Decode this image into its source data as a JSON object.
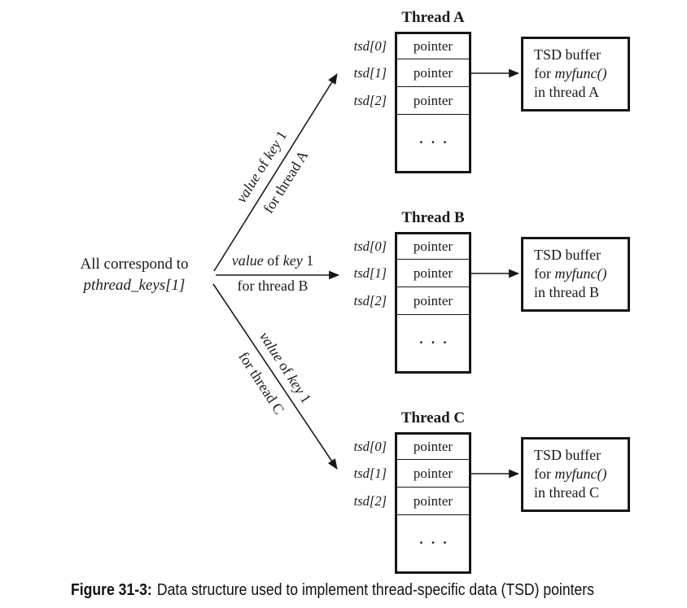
{
  "figure": {
    "source": {
      "line1": "All correspond to",
      "line2": "pthread_keys[1]"
    },
    "arrow_labels": [
      {
        "value": "value",
        "of": " of ",
        "key": "key",
        "one": " 1",
        "line2": "for thread A"
      },
      {
        "value": "value",
        "of": " of ",
        "key": "key",
        "one": " 1",
        "line2": "for thread B"
      },
      {
        "value": "value",
        "of": " of ",
        "key": "key",
        "one": " 1",
        "line2": "for thread C"
      }
    ],
    "threads": [
      {
        "title": "Thread A",
        "tsd": [
          "tsd[0]",
          "tsd[1]",
          "tsd[2]"
        ],
        "cells": [
          "pointer",
          "pointer",
          "pointer"
        ],
        "ellipsis": ". . .",
        "buffer": {
          "l1": "TSD buffer",
          "l2a": "for ",
          "l2b": "myfunc()",
          "l3": "in thread A"
        }
      },
      {
        "title": "Thread B",
        "tsd": [
          "tsd[0]",
          "tsd[1]",
          "tsd[2]"
        ],
        "cells": [
          "pointer",
          "pointer",
          "pointer"
        ],
        "ellipsis": ". . .",
        "buffer": {
          "l1": "TSD buffer",
          "l2a": "for ",
          "l2b": "myfunc()",
          "l3": "in thread B"
        }
      },
      {
        "title": "Thread C",
        "tsd": [
          "tsd[0]",
          "tsd[1]",
          "tsd[2]"
        ],
        "cells": [
          "pointer",
          "pointer",
          "pointer"
        ],
        "ellipsis": ". . .",
        "buffer": {
          "l1": "TSD buffer",
          "l2a": "for ",
          "l2b": "myfunc()",
          "l3": "in thread C"
        }
      }
    ],
    "caption": {
      "label": "Figure 31-3:",
      "text": "Data structure used to implement thread-specific data (TSD) pointers"
    },
    "ink_color": "#1a1a1a"
  }
}
